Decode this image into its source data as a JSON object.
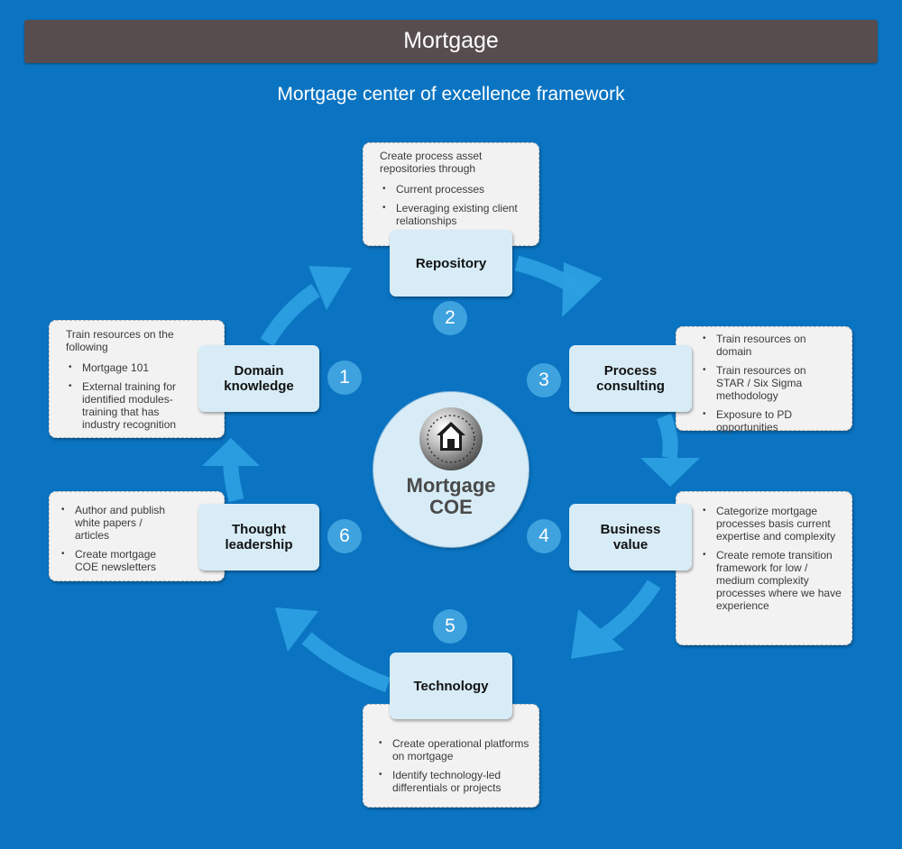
{
  "header": {
    "title": "Mortgage"
  },
  "subtitle": "Mortgage center of excellence framework",
  "center": {
    "line1": "Mortgage",
    "line2": "COE",
    "icon": "house-globe-icon"
  },
  "colors": {
    "background": "#0a74c2",
    "header_bar": "#574d4f",
    "arrow": "#2b9fe0",
    "label_box": "#d7ecf6",
    "note_box": "#f2f2f2",
    "number_circle": "#3ea2df"
  },
  "steps": [
    {
      "number": "1",
      "label_lines": [
        "Domain",
        "knowledge"
      ],
      "note_intro": "Train resources on the following",
      "note_items": [
        "Mortgage 101",
        "External training for identified modules-training that has industry recognition"
      ]
    },
    {
      "number": "2",
      "label_lines": [
        "Repository"
      ],
      "note_intro": "Create process asset repositories through",
      "note_items": [
        "Current processes",
        "Leveraging existing client relationships"
      ]
    },
    {
      "number": "3",
      "label_lines": [
        "Process",
        "consulting"
      ],
      "note_intro": "",
      "note_items": [
        "Train resources on domain",
        "Train resources on STAR / Six Sigma methodology",
        "Exposure to PD opportunities"
      ]
    },
    {
      "number": "4",
      "label_lines": [
        "Business",
        "value"
      ],
      "note_intro": "",
      "note_items": [
        "Categorize mortgage processes basis current expertise and complexity",
        "Create remote transition framework for low / medium complexity processes where we have  experience"
      ]
    },
    {
      "number": "5",
      "label_lines": [
        "Technology"
      ],
      "note_intro": "",
      "note_items": [
        "Create operational platforms on mortgage",
        "Identify technology-led differentials or projects"
      ]
    },
    {
      "number": "6",
      "label_lines": [
        "Thought",
        "leadership"
      ],
      "note_intro": "",
      "note_items": [
        "Author and publish white papers / articles",
        "Create mortgage COE newsletters"
      ]
    }
  ]
}
